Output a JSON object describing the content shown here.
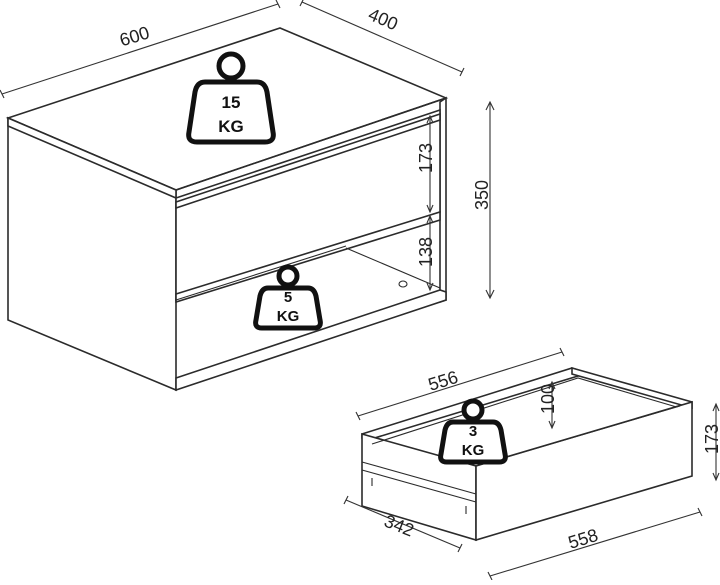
{
  "cabinet": {
    "width": "600",
    "depth": "400",
    "height": "350",
    "drawer_opening": "173",
    "shelf_opening": "138",
    "top_load": {
      "value": "15",
      "unit": "KG"
    },
    "shelf_load": {
      "value": "5",
      "unit": "KG"
    }
  },
  "drawer": {
    "inner_width": "556",
    "inner_depth": "342",
    "front_width": "558",
    "front_height": "173",
    "side_height": "100",
    "load": {
      "value": "3",
      "unit": "KG"
    }
  },
  "colors": {
    "stroke": "#2b2b2b",
    "background": "#ffffff"
  }
}
